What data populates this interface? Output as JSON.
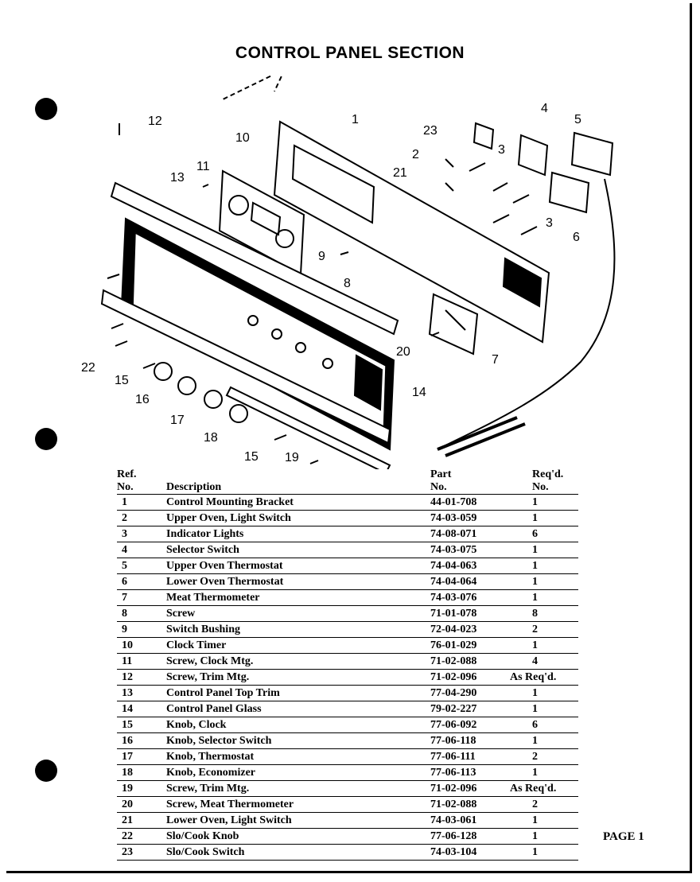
{
  "title": "CONTROL PANEL SECTION",
  "table": {
    "headers": {
      "ref_line1": "Ref.",
      "ref_line2": "No.",
      "description": "Description",
      "part_line1": "Part",
      "part_line2": "No.",
      "req_line1": "Req'd.",
      "req_line2": "No."
    },
    "rows": [
      {
        "ref": "1",
        "description": "Control Mounting Bracket",
        "part": "44-01-708",
        "req": "1"
      },
      {
        "ref": "2",
        "description": "Upper Oven, Light Switch",
        "part": "74-03-059",
        "req": "1"
      },
      {
        "ref": "3",
        "description": "Indicator Lights",
        "part": "74-08-071",
        "req": "6"
      },
      {
        "ref": "4",
        "description": "Selector Switch",
        "part": "74-03-075",
        "req": "1"
      },
      {
        "ref": "5",
        "description": "Upper Oven Thermostat",
        "part": "74-04-063",
        "req": "1"
      },
      {
        "ref": "6",
        "description": "Lower Oven Thermostat",
        "part": "74-04-064",
        "req": "1"
      },
      {
        "ref": "7",
        "description": "Meat Thermometer",
        "part": "74-03-076",
        "req": "1"
      },
      {
        "ref": "8",
        "description": "Screw",
        "part": "71-01-078",
        "req": "8"
      },
      {
        "ref": "9",
        "description": "Switch Bushing",
        "part": "72-04-023",
        "req": "2"
      },
      {
        "ref": "10",
        "description": "Clock Timer",
        "part": "76-01-029",
        "req": "1"
      },
      {
        "ref": "11",
        "description": "Screw, Clock Mtg.",
        "part": "71-02-088",
        "req": "4"
      },
      {
        "ref": "12",
        "description": "Screw, Trim Mtg.",
        "part": "71-02-096",
        "req": "As Req'd."
      },
      {
        "ref": "13",
        "description": "Control Panel Top Trim",
        "part": "77-04-290",
        "req": "1"
      },
      {
        "ref": "14",
        "description": "Control Panel Glass",
        "part": "79-02-227",
        "req": "1"
      },
      {
        "ref": "15",
        "description": "Knob, Clock",
        "part": "77-06-092",
        "req": "6"
      },
      {
        "ref": "16",
        "description": "Knob, Selector Switch",
        "part": "77-06-118",
        "req": "1"
      },
      {
        "ref": "17",
        "description": "Knob, Thermostat",
        "part": "77-06-111",
        "req": "2"
      },
      {
        "ref": "18",
        "description": "Knob, Economizer",
        "part": "77-06-113",
        "req": "1"
      },
      {
        "ref": "19",
        "description": "Screw, Trim Mtg.",
        "part": "71-02-096",
        "req": "As Req'd."
      },
      {
        "ref": "20",
        "description": "Screw, Meat Thermometer",
        "part": "71-02-088",
        "req": "2"
      },
      {
        "ref": "21",
        "description": "Lower Oven, Light Switch",
        "part": "74-03-061",
        "req": "1"
      },
      {
        "ref": "22",
        "description": "Slo/Cook Knob",
        "part": "77-06-128",
        "req": "1"
      },
      {
        "ref": "23",
        "description": "Slo/Cook Switch",
        "part": "74-03-104",
        "req": "1"
      }
    ]
  },
  "diagram": {
    "callouts": [
      "1",
      "2",
      "3",
      "3",
      "4",
      "5",
      "6",
      "7",
      "8",
      "9",
      "10",
      "11",
      "12",
      "13",
      "14",
      "15",
      "15",
      "16",
      "17",
      "18",
      "19",
      "20",
      "21",
      "22",
      "23"
    ]
  },
  "page_number": "PAGE 1"
}
